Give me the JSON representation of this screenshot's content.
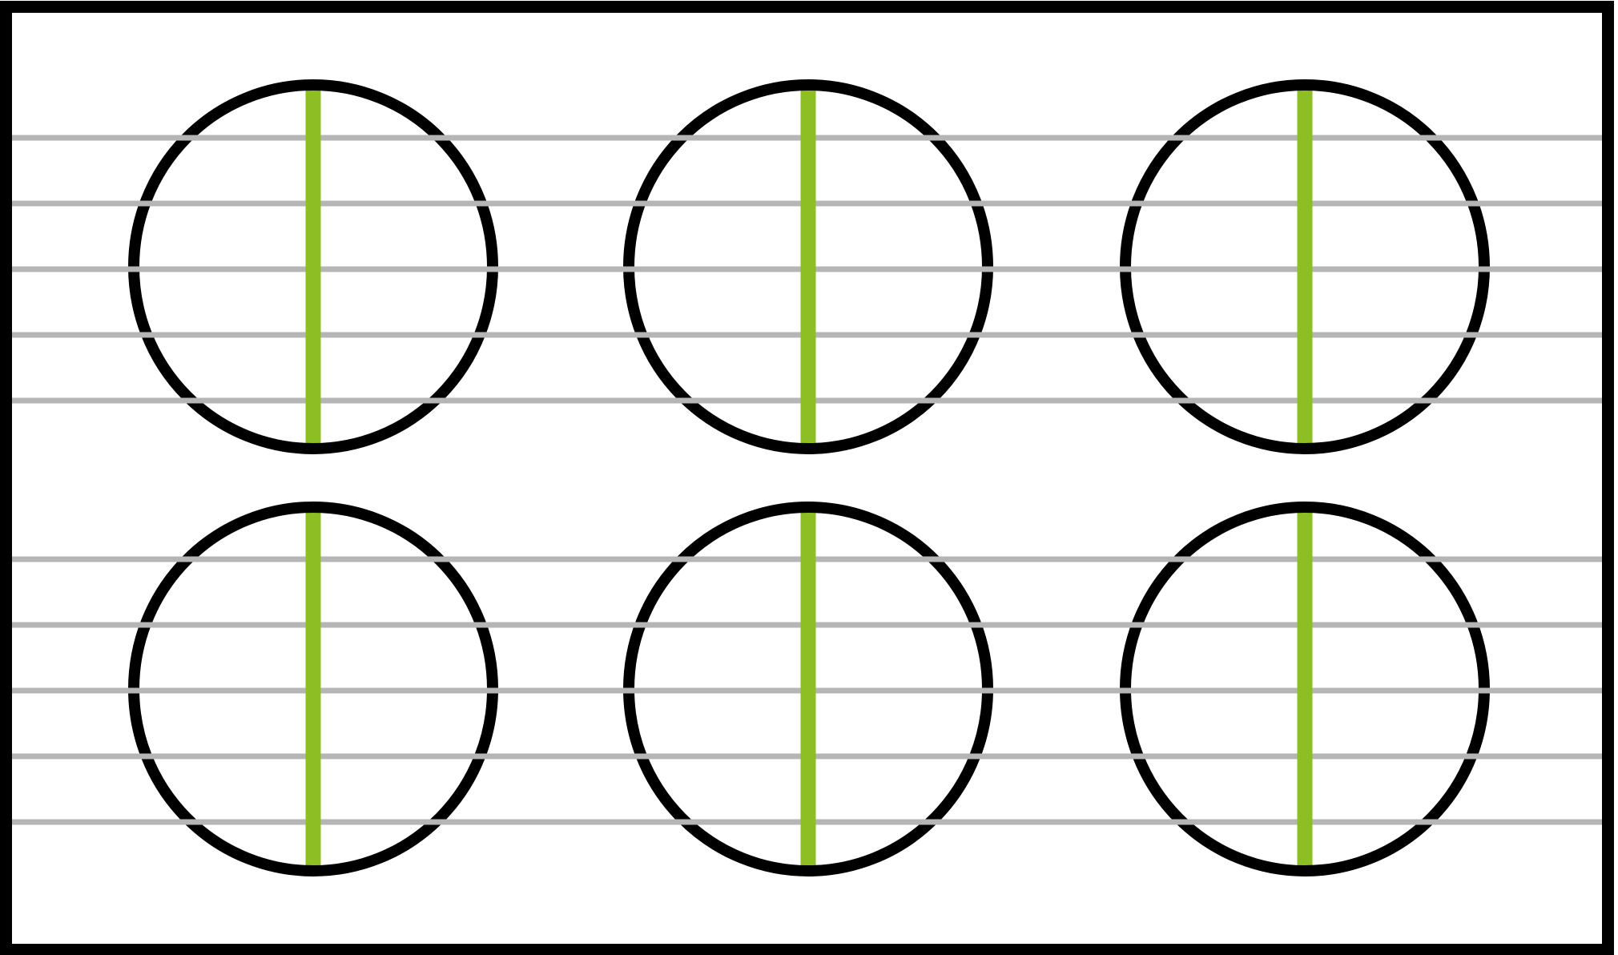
{
  "diagram": {
    "type": "grid-of-circles",
    "rows": 2,
    "columns": 3,
    "circle_count": 6,
    "lines_per_group": 5,
    "colors": {
      "frame": "#000000",
      "circle_stroke": "#000000",
      "horizontal_line": "#b5b5b5",
      "vertical_line": "#8dbe24",
      "background": "#ffffff"
    }
  }
}
